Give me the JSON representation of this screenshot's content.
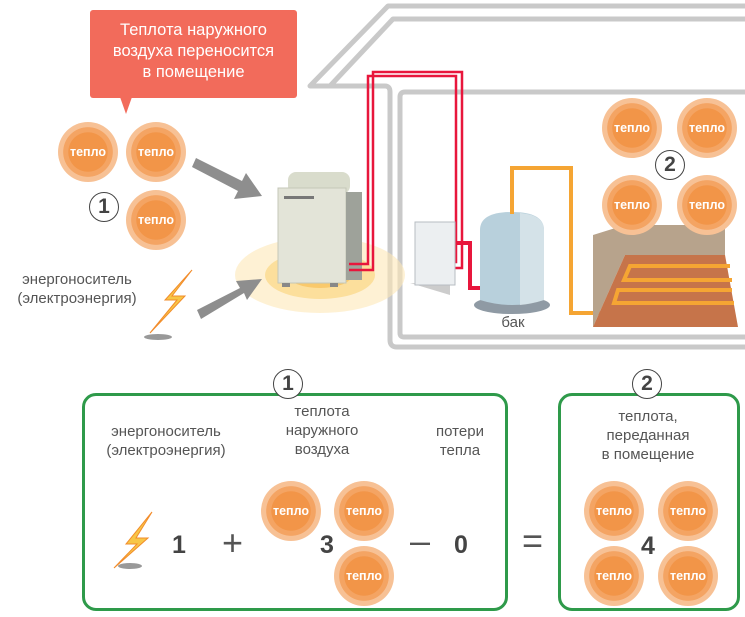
{
  "callout": {
    "lines": [
      "Теплота наружного",
      "воздуха переносится",
      "в помещение"
    ]
  },
  "heat_label": "тепло",
  "top": {
    "outdoor_heat_badge": "1",
    "indoor_heat_badge": "2",
    "energy_label": [
      "энергоноситель",
      "(электроэнергия)"
    ],
    "tank_label": "бак"
  },
  "equation": {
    "box1_badge": "1",
    "box2_badge": "2",
    "energy_label": [
      "энергоноситель",
      "(электроэнергия)"
    ],
    "outdoor_heat_label": [
      "теплота",
      "наружного",
      "воздуха"
    ],
    "losses_label": [
      "потери",
      "тепла"
    ],
    "delivered_label": [
      "теплота,",
      "переданная",
      "в помещение"
    ],
    "energy_value": "1",
    "plus": "+",
    "outdoor_heat_value": "3",
    "minus": "–",
    "losses_value": "0",
    "equals": "=",
    "delivered_value": "4"
  },
  "colors": {
    "callout": "#f26b5b",
    "heat": "#f29548",
    "frame": "#2e9a4a",
    "refrigerant_pipe": "#e8163c",
    "water_pipe": "#f5a533",
    "house_outline": "#c8c8c8"
  }
}
